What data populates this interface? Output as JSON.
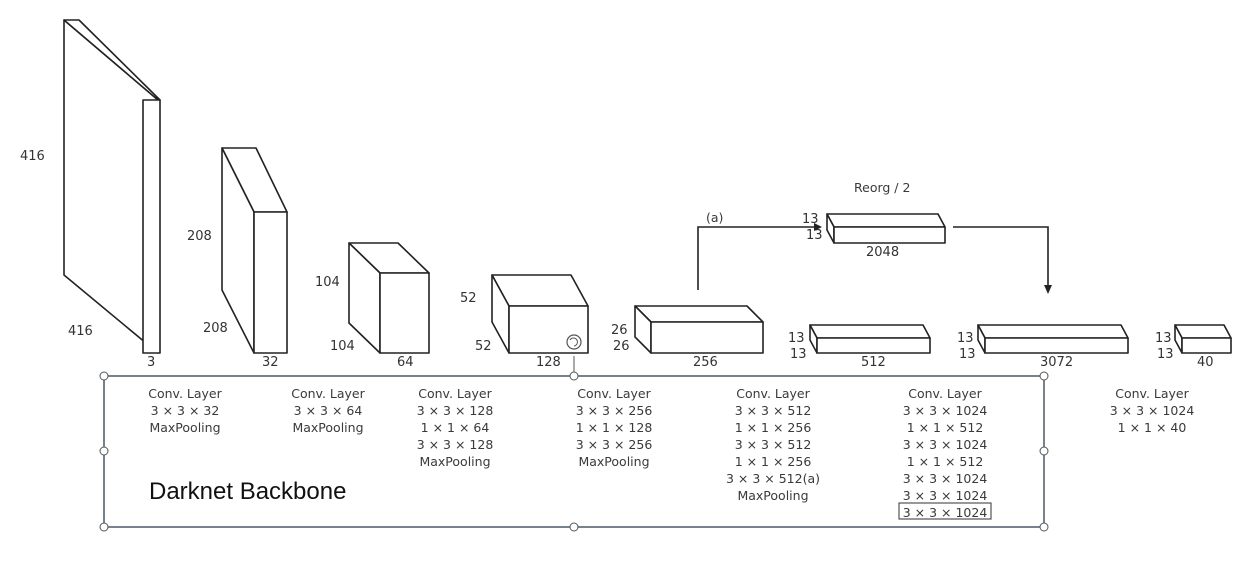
{
  "dims": {
    "block1": {
      "height": "416",
      "width": "416",
      "depth": "3"
    },
    "block2": {
      "height": "208",
      "width": "208",
      "depth": "32"
    },
    "block3": {
      "height": "104",
      "width": "104",
      "depth": "64"
    },
    "block4": {
      "height": "52",
      "width": "52",
      "depth": "128"
    },
    "block5": {
      "height": "26",
      "width": "26",
      "depth": "256"
    },
    "reorg": {
      "height": "13",
      "width": "13",
      "depth": "2048"
    },
    "block6": {
      "height": "13",
      "width": "13",
      "depth": "512"
    },
    "block7": {
      "height": "13",
      "width": "13",
      "depth": "3072"
    },
    "block8": {
      "height": "13",
      "width": "13",
      "depth": "40"
    }
  },
  "reorg_label": "Reorg / 2",
  "skip_label": "(a)",
  "layer_groups": [
    {
      "lines": [
        "Conv. Layer",
        "3 × 3 × 32",
        "MaxPooling"
      ]
    },
    {
      "lines": [
        "Conv. Layer",
        "3 × 3 × 64",
        "MaxPooling"
      ]
    },
    {
      "lines": [
        "Conv. Layer",
        "3 × 3 × 128",
        "1 × 1 × 64",
        "3 × 3 × 128",
        "MaxPooling"
      ]
    },
    {
      "lines": [
        "Conv. Layer",
        "3 × 3 × 256",
        "1 × 1 × 128",
        "3 × 3 × 256",
        "MaxPooling"
      ]
    },
    {
      "lines": [
        "Conv. Layer",
        "3 × 3 × 512",
        "1 × 1 × 256",
        "3 × 3 × 512",
        "1 × 1 × 256",
        "3 × 3 × 512(a)",
        "MaxPooling"
      ]
    },
    {
      "lines": [
        "Conv. Layer",
        "3 × 3 × 1024",
        "1 × 1 × 512",
        "3 × 3 × 1024",
        "1 × 1 × 512",
        "3 × 3 × 1024",
        "3 × 3 × 1024",
        "3 × 3 × 1024"
      ]
    },
    {
      "lines": [
        "Conv. Layer",
        "3 × 3 × 1024",
        "1 × 1 × 40"
      ]
    }
  ],
  "backbone_label": "Darknet Backbone"
}
